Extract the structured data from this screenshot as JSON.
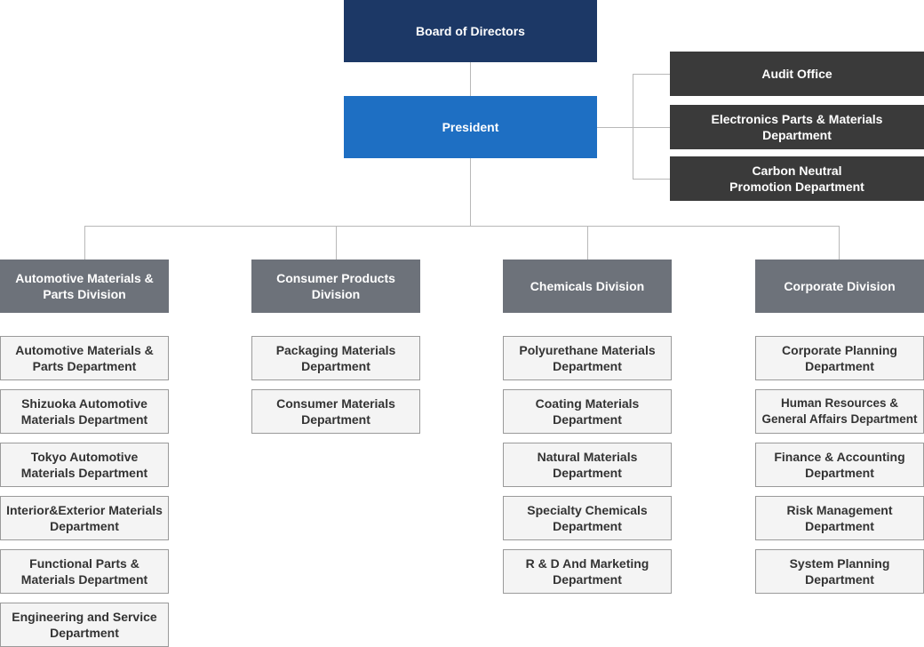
{
  "board": "Board of Directors",
  "president": "President",
  "staff_offices": [
    "Audit Office",
    "Electronics Parts & Materials\nDepartment",
    "Carbon Neutral\nPromotion Department"
  ],
  "divisions": [
    {
      "name": "Automotive Materials &\nParts Division",
      "departments": [
        "Automotive Materials &\nParts Department",
        "Shizuoka Automotive\nMaterials Department",
        "Tokyo Automotive\nMaterials Department",
        "Interior&Exterior Materials\nDepartment",
        "Functional Parts &\nMaterials Department",
        "Engineering and Service\nDepartment"
      ]
    },
    {
      "name": "Consumer Products\nDivision",
      "departments": [
        "Packaging Materials\nDepartment",
        "Consumer Materials\nDepartment"
      ]
    },
    {
      "name": "Chemicals Division",
      "departments": [
        "Polyurethane Materials\nDepartment",
        "Coating Materials\nDepartment",
        "Natural Materials\nDepartment",
        "Specialty Chemicals\nDepartment",
        "R & D And Marketing\nDepartment"
      ]
    },
    {
      "name": "Corporate Division",
      "departments": [
        "Corporate Planning\nDepartment",
        "Human Resources &\nGeneral Affairs Department",
        "Finance & Accounting\nDepartment",
        "Risk Management\nDepartment",
        "System Planning\nDepartment"
      ]
    }
  ]
}
